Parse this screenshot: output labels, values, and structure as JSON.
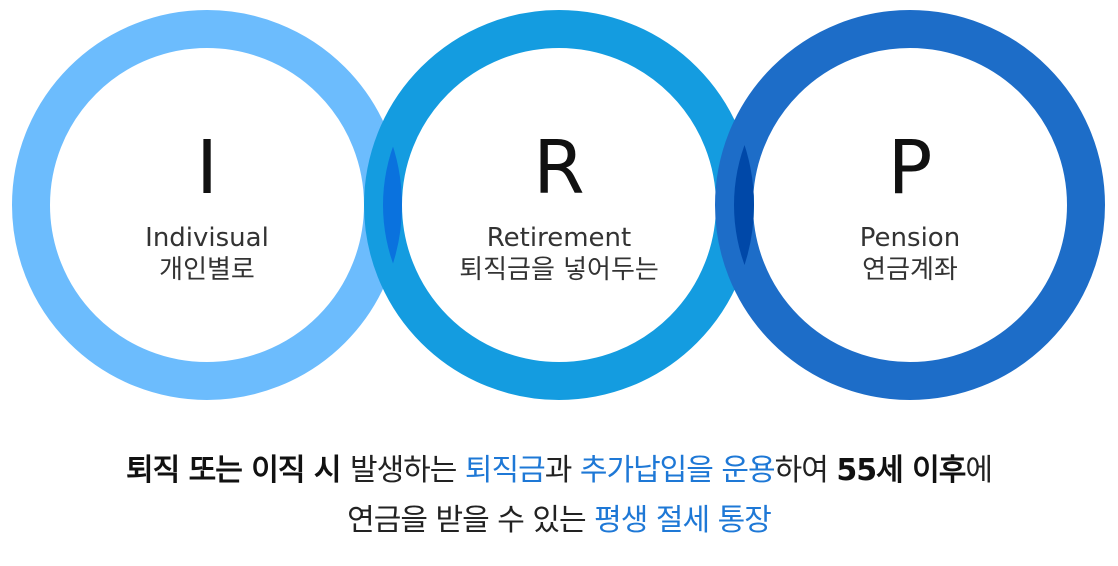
{
  "circles": [
    {
      "letter": "I",
      "english": "Indivisual",
      "korean": "개인별로",
      "color": "#6cbcfd"
    },
    {
      "letter": "R",
      "english": "Retirement",
      "korean": "퇴직금을 넣어두는",
      "color": "#149ce0"
    },
    {
      "letter": "P",
      "english": "Pension",
      "korean": "연금계좌",
      "color": "#1d6dc8"
    }
  ],
  "overlap_colors": [
    "#0a72de",
    "#0048a8"
  ],
  "caption": {
    "line1": [
      {
        "text": "퇴직 또는 이직 시 ",
        "style": "bold"
      },
      {
        "text": "발생하는 ",
        "style": "normal"
      },
      {
        "text": "퇴직금",
        "style": "highlight"
      },
      {
        "text": "과 ",
        "style": "normal"
      },
      {
        "text": "추가납입을 운용",
        "style": "highlight"
      },
      {
        "text": "하여 ",
        "style": "normal"
      },
      {
        "text": "55세 이후",
        "style": "bold"
      },
      {
        "text": "에",
        "style": "normal"
      }
    ],
    "line2": [
      {
        "text": "연금을 받을 수 있는 ",
        "style": "normal"
      },
      {
        "text": "평생 절세 통장",
        "style": "highlight"
      }
    ]
  },
  "highlight_color": "#1e78d6"
}
